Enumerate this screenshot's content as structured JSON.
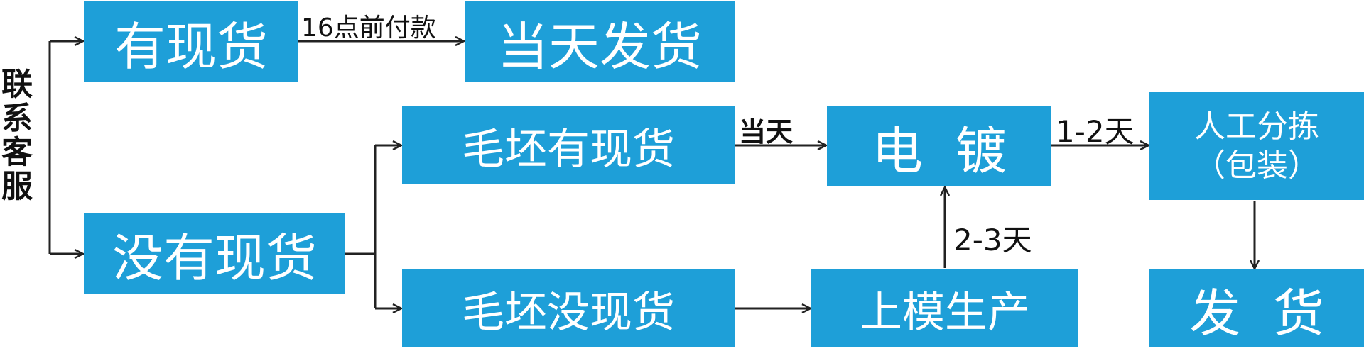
{
  "diagram": {
    "contact_service": "联系客服",
    "nodes": {
      "in_stock": "有现货",
      "same_day_ship": "当天发货",
      "no_stock": "没有现货",
      "blank_in_stock": "毛坯有现货",
      "blank_no_stock": "毛坯没现货",
      "plating": "电  镀",
      "mold_production": "上模生产",
      "sorting_line1": "人工分拣",
      "sorting_line2": "（包装）",
      "ship": "发  货"
    },
    "edge_labels": {
      "pay_before_16": "16点前付款",
      "same_day": "当天",
      "one_two_days": "1-2天",
      "two_three_days": "2-3天"
    },
    "colors": {
      "box_fill": "#1e9fd8",
      "box_text": "#ffffff",
      "line": "#222222"
    }
  }
}
